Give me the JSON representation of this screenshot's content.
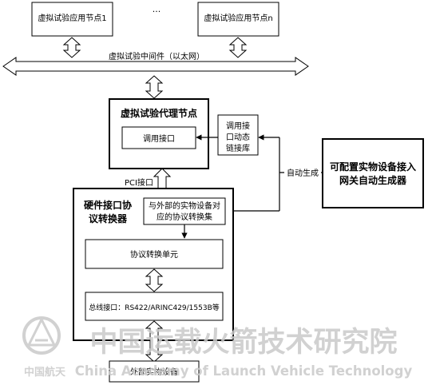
{
  "nodes": {
    "app_node_1": "虚拟试验应用节点1",
    "ellipsis": "···",
    "app_node_n": "虚拟试验应用节点n",
    "middleware": "虚拟试验中间件（以太网）",
    "proxy_node": "虚拟试验代理节点",
    "call_interface": "调用接口",
    "dll_line1": "调用接",
    "dll_line2": "口动态",
    "dll_line3": "链接库",
    "pci": "PCI接口",
    "hw_line1": "硬件接口协",
    "hw_line2": "议转换器",
    "protocol_set_line1": "与外部的实物设备对",
    "protocol_set_line2": "应的协议转换集",
    "conversion_unit": "协议转换单元",
    "bus_interface": "总线接口：RS422/ARINC429/1553B等",
    "auto_gen": "自动生成",
    "generator_line1": "可配置实物设备接入",
    "generator_line2": "网关自动生成器",
    "external_device": "外部实物设备"
  },
  "watermark": {
    "cn_logo_text": "中国航天",
    "cn_title": "中国运载火箭技术研究院",
    "en_title": "China Academy of Launch Vehicle Technology"
  }
}
